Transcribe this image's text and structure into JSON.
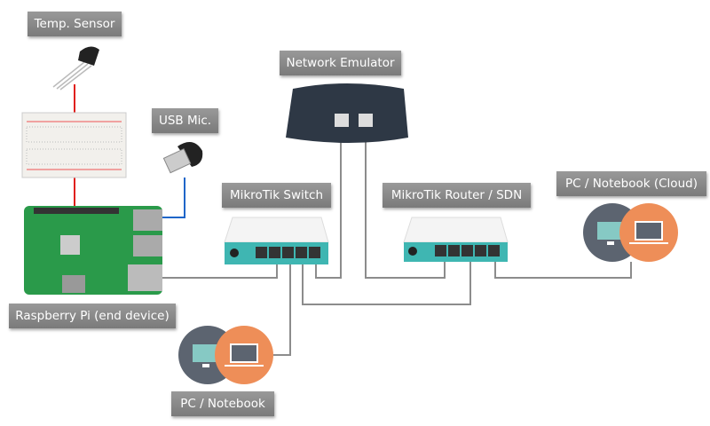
{
  "labels": {
    "temp_sensor": "Temp. Sensor",
    "usb_mic": "USB Mic.",
    "network_emulator": "Network Emulator",
    "mikrotik_switch": "MikroTik Switch",
    "mikrotik_router": "MikroTik Router / SDN",
    "pc_cloud": "PC / Notebook (Cloud)",
    "raspberry_pi": "Raspberry Pi (end device)",
    "pc_notebook": "PC / Notebook"
  },
  "colors": {
    "label_bg": "#858585",
    "ethernet_line": "#8c8c8c",
    "sensor_wire": "#e0201c",
    "usb_wire": "#1f66c9",
    "pc_circle": "#5c6470",
    "notebook_circle": "#ee8e58",
    "screen": "#86c9c4",
    "switch_teal": "#3fb6b2",
    "pi_green": "#2a9a4a",
    "emulator_body": "#2e3845"
  }
}
